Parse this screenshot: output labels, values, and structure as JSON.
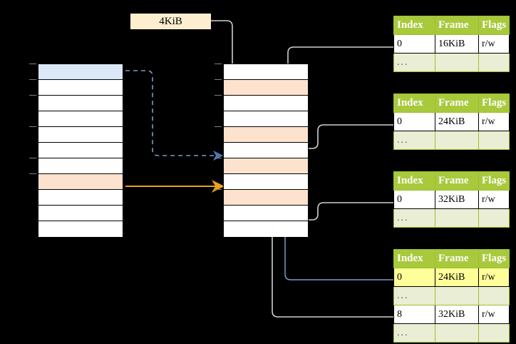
{
  "label_chip": {
    "text": "4KiB"
  },
  "colors": {
    "header_green": "#a9c93c",
    "ellipsis_green": "#e9eed4",
    "highlight_yellow": "#ffff99",
    "row_blue": "#dbe8f8",
    "row_orange": "#fde3cd",
    "arrow_blue": "#4a76b8",
    "arrow_orange": "#e8a317",
    "arrow_gray": "#b3b3b3",
    "wire_gray": "#cccccc"
  },
  "left_table": {
    "name": "virtual-address-space",
    "rows": [
      {
        "fill": "blue"
      },
      {
        "fill": "white"
      },
      {
        "fill": "white"
      },
      {
        "fill": "white"
      },
      {
        "fill": "white"
      },
      {
        "fill": "white"
      },
      {
        "fill": "white"
      },
      {
        "fill": "orange"
      },
      {
        "fill": "white"
      },
      {
        "fill": "white"
      },
      {
        "fill": "white"
      }
    ]
  },
  "middle_table": {
    "name": "physical-memory",
    "rows": [
      {
        "fill": "white"
      },
      {
        "fill": "orange"
      },
      {
        "fill": "white"
      },
      {
        "fill": "white"
      },
      {
        "fill": "orange"
      },
      {
        "fill": "white"
      },
      {
        "fill": "orange"
      },
      {
        "fill": "white"
      },
      {
        "fill": "orange"
      },
      {
        "fill": "white"
      },
      {
        "fill": "white"
      }
    ]
  },
  "page_tables": [
    {
      "name": "page-table-level-1",
      "headers": [
        "Index",
        "Frame",
        "Flags"
      ],
      "rows": [
        {
          "cells": [
            "0",
            "16KiB",
            "r/w"
          ],
          "ellipsis": false,
          "highlight": [
            false,
            false,
            false
          ]
        },
        {
          "cells": [
            "...",
            "",
            ""
          ],
          "ellipsis": true,
          "highlight": [
            false,
            false,
            false
          ]
        }
      ]
    },
    {
      "name": "page-table-level-2",
      "headers": [
        "Index",
        "Frame",
        "Flags"
      ],
      "rows": [
        {
          "cells": [
            "0",
            "24KiB",
            "r/w"
          ],
          "ellipsis": false,
          "highlight": [
            false,
            false,
            false
          ]
        },
        {
          "cells": [
            "...",
            "",
            ""
          ],
          "ellipsis": true,
          "highlight": [
            false,
            false,
            false
          ]
        }
      ]
    },
    {
      "name": "page-table-level-3",
      "headers": [
        "Index",
        "Frame",
        "Flags"
      ],
      "rows": [
        {
          "cells": [
            "0",
            "32KiB",
            "r/w"
          ],
          "ellipsis": false,
          "highlight": [
            false,
            false,
            false
          ]
        },
        {
          "cells": [
            "...",
            "",
            ""
          ],
          "ellipsis": true,
          "highlight": [
            false,
            false,
            false
          ]
        }
      ]
    },
    {
      "name": "page-table-level-4",
      "headers": [
        "Index",
        "Frame",
        "Flags"
      ],
      "rows": [
        {
          "cells": [
            "0",
            "24KiB",
            "r/w"
          ],
          "ellipsis": false,
          "highlight": [
            true,
            true,
            true
          ]
        },
        {
          "cells": [
            "...",
            "",
            ""
          ],
          "ellipsis": true,
          "highlight": [
            false,
            false,
            false
          ]
        },
        {
          "cells": [
            "8",
            "32KiB",
            "r/w"
          ],
          "ellipsis": false,
          "highlight": [
            false,
            false,
            false
          ]
        },
        {
          "cells": [
            "...",
            "",
            ""
          ],
          "ellipsis": true,
          "highlight": [
            false,
            false,
            false
          ]
        }
      ]
    }
  ]
}
